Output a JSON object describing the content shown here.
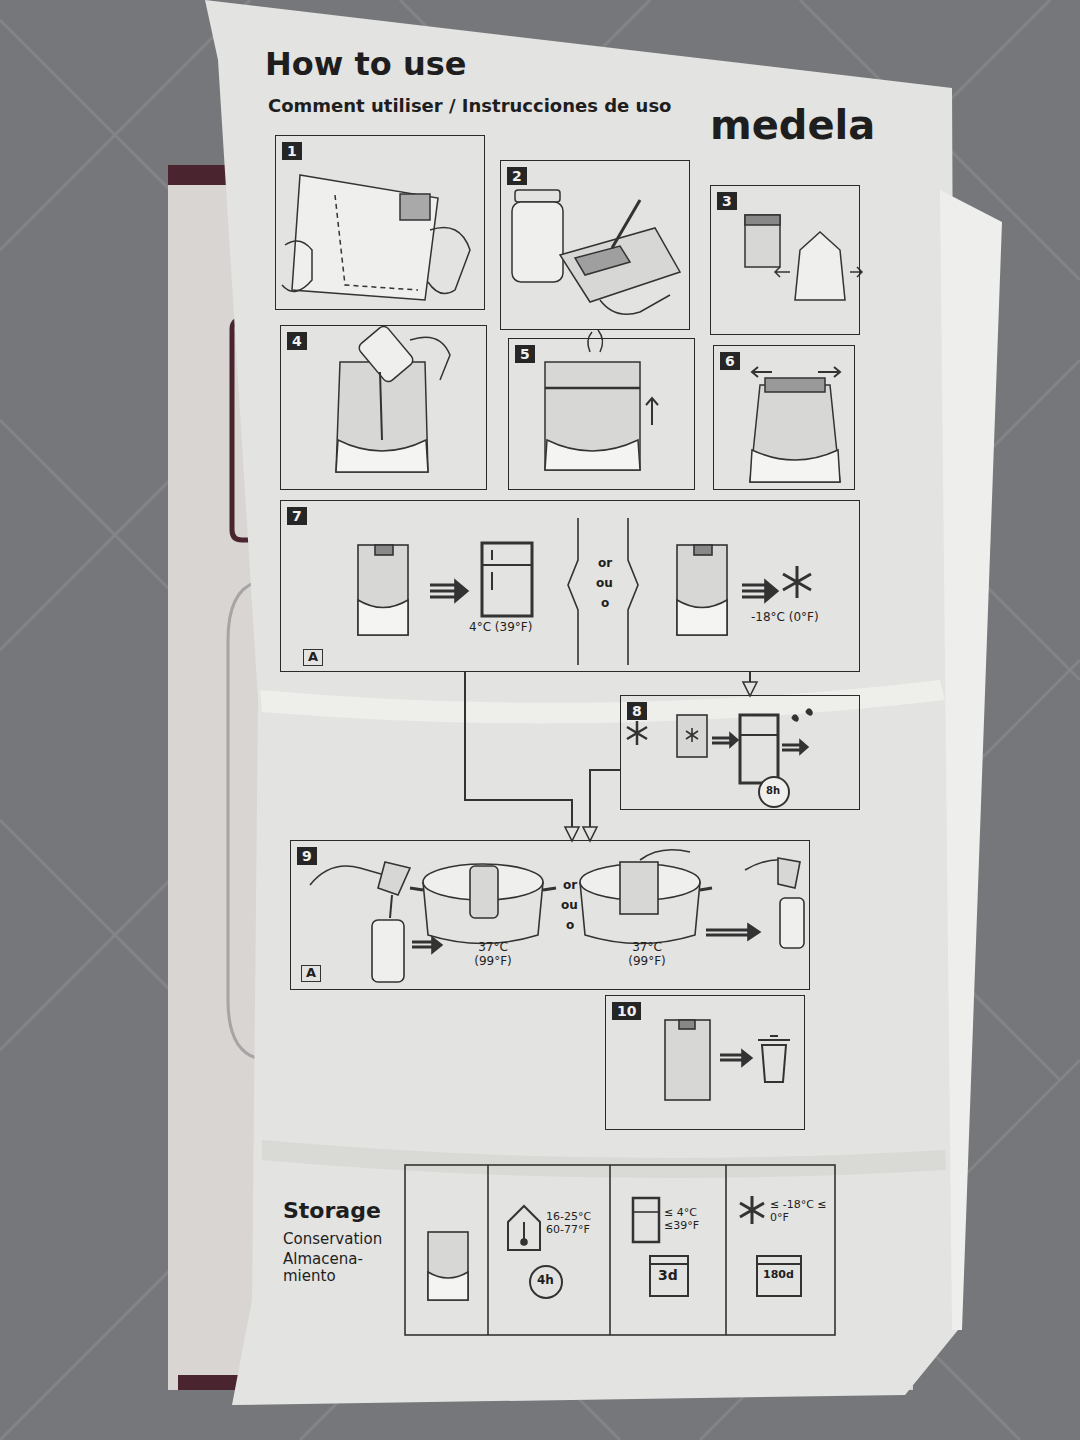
{
  "diagram": {
    "title": "How to use",
    "nodes": [
      {
        "text": [
          "1"
        ]
      },
      {
        "text": [
          "2"
        ]
      },
      {
        "text": [
          "3"
        ]
      },
      {
        "text": [
          "4"
        ]
      },
      {
        "text": [
          "5"
        ]
      },
      {
        "text": [
          "6"
        ]
      },
      {
        "text": [
          "7",
          "4°C (39°F)",
          "or",
          "ou",
          "o",
          "-18°C (0°F)",
          "A"
        ]
      },
      {
        "text": [
          "8",
          "8h"
        ]
      },
      {
        "text": [
          "9",
          "37°C (99°F)",
          "or",
          "ou",
          "o",
          "37°C (99°F)",
          "A"
        ]
      },
      {
        "text": [
          "10"
        ]
      }
    ],
    "edges": [
      {
        "from": 6,
        "to": 8,
        "arrow": "to"
      },
      {
        "from": 6,
        "to": 7,
        "arrow": "to"
      },
      {
        "from": 7,
        "to": 8,
        "arrow": "to"
      }
    ],
    "labels": [
      "Comment utiliser / Instrucciones de uso",
      "medela",
      "Storage",
      "Conservation",
      "Almacena- miento",
      "16-25°C 60-77°F",
      "4h",
      "≤ 4°C ≤39°F",
      "3d",
      "≤ -18°C ≤ 0°F",
      "180d"
    ]
  }
}
